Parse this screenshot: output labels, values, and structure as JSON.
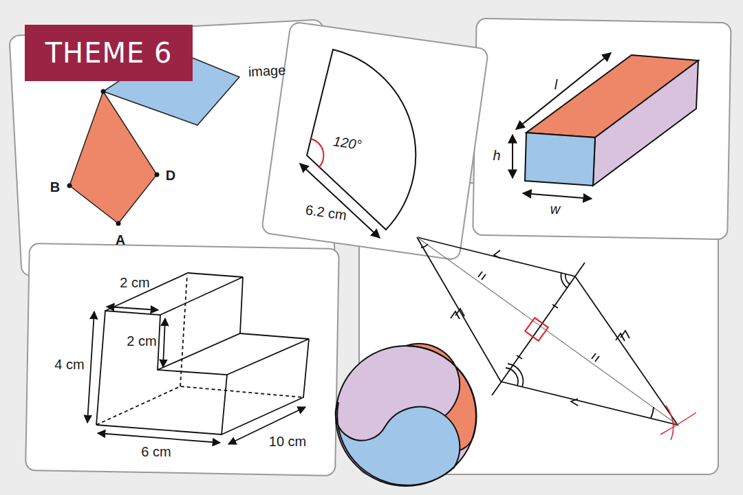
{
  "diagram": {
    "title": "THEME 6",
    "labels": [
      "image",
      "B",
      "D",
      "A",
      "120°",
      "6.2 cm",
      "l",
      "h",
      "w",
      "2 cm",
      "2 cm",
      "4 cm",
      "6 cm",
      "10 cm"
    ]
  }
}
